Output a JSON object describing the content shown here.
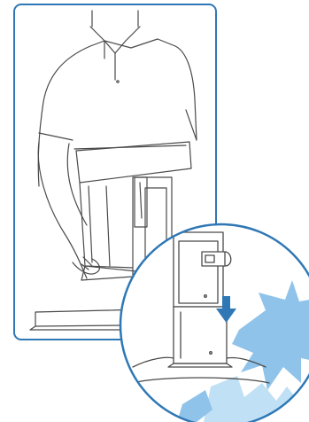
{
  "figure": {
    "panel_border_color": "#2f78b5",
    "line_color": "#4a4a4a",
    "callout_circle_color": "#2f78b5",
    "impact_burst_color": "#8fc3ea",
    "arrow_color": "#2f78b5",
    "icons": [
      "person-outline",
      "monitor-outline",
      "stand-column",
      "lock-tab",
      "down-arrow",
      "impact-burst"
    ]
  }
}
